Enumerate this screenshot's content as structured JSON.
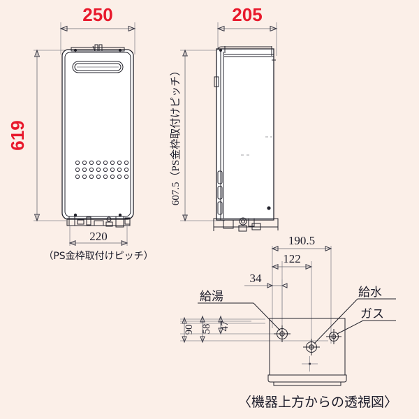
{
  "diagram": {
    "title_caption": "〈機器上方からの透視図〉",
    "background_color": "#fbefe8",
    "accent_color": "#e8192c",
    "line_color": "#23232c"
  },
  "front_view": {
    "name": "front-view",
    "width_dim": "250",
    "height_dim": "619",
    "bottom_pitch_dim": "220",
    "bottom_pitch_note": "（PS金枠取付けピッチ）",
    "vent_rows": 3,
    "vent_cols": 8
  },
  "side_view": {
    "name": "side-view",
    "depth_dim": "205",
    "height_dim_label": "607.5（PS金枠取付けピッチ）"
  },
  "top_view": {
    "name": "top-view",
    "dim_190_5": "190.5",
    "dim_122": "122",
    "dim_34": "34",
    "dim_90": "90",
    "dim_58": "58",
    "dim_47": "47",
    "label_hot_water": "給湯",
    "label_cold_water": "給水",
    "label_gas": "ガス",
    "caption": "〈機器上方からの透視図〉"
  }
}
